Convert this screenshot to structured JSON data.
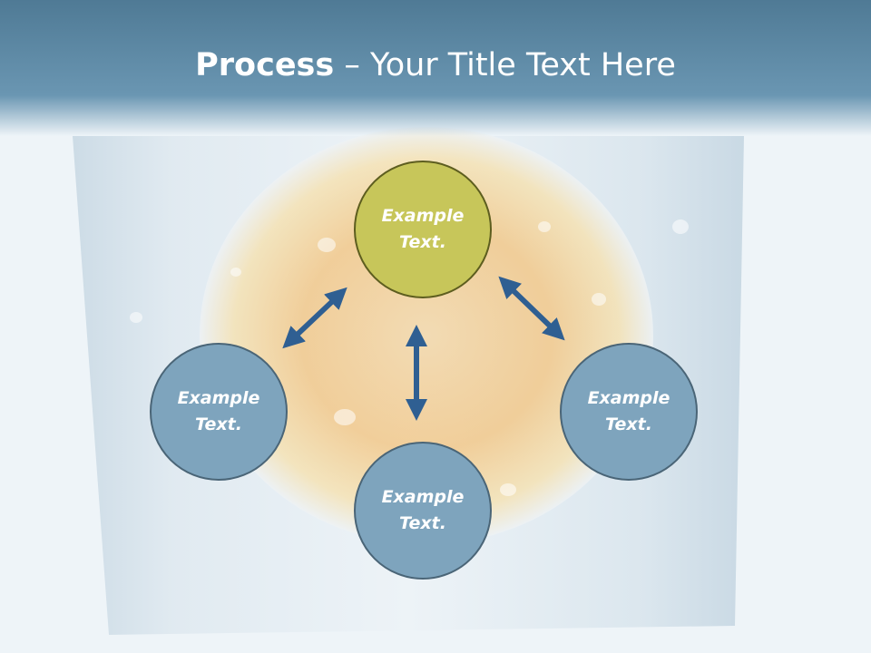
{
  "title": {
    "bold": "Process",
    "rest": " – Your Title Text Here"
  },
  "nodes": {
    "top": "Example Text.",
    "left": "Example Text.",
    "right": "Example Text.",
    "bottom": "Example Text."
  },
  "colors": {
    "title_bar": "#5f8aa6",
    "center_fill": "#c7c65a",
    "outer_fill": "#7ea4bd",
    "arrow": "#2f5f92"
  }
}
